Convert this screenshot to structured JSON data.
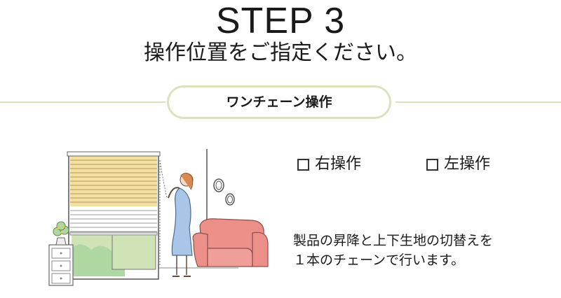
{
  "header": {
    "step": "STEP 3",
    "subtitle": "操作位置をご指定ください。"
  },
  "section": {
    "label": "ワンチェーン操作"
  },
  "options": [
    {
      "label": "右操作",
      "checked": false
    },
    {
      "label": "左操作",
      "checked": false
    }
  ],
  "description": {
    "line1": "製品の昇降と上下生地の切替えを",
    "line2": "１本のチェーンで行います。"
  },
  "colors": {
    "accent_line": "#d9e3bd",
    "blind_upper": "#f3dfa0",
    "sofa": "#ec8f88",
    "dress": "#a9c6e8",
    "plant": "#aed7a2",
    "window_glass": "#cfe3b6"
  }
}
